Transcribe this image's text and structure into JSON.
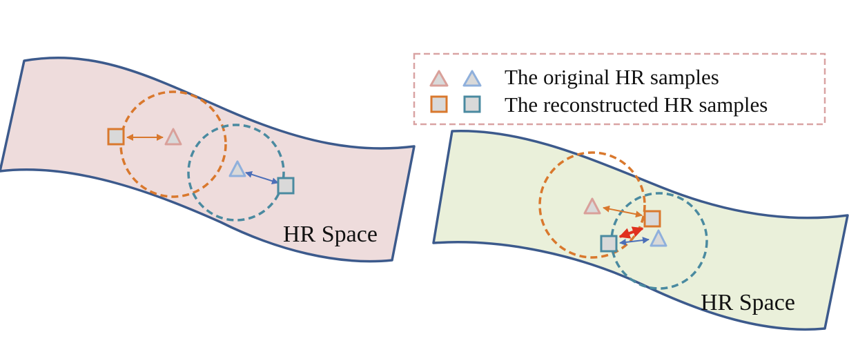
{
  "legend": {
    "original_label": "The original HR samples",
    "reconstructed_label": "The reconstructed HR samples",
    "original_icon_names": [
      "triangle-icon",
      "triangle-icon"
    ],
    "reconstructed_icon_names": [
      "square-icon",
      "square-icon"
    ],
    "border_color": "#d9a3a3"
  },
  "left_panel": {
    "space_label": "HR Space",
    "fill_color": "#eedcdc",
    "edge_color": "#3c5a8c"
  },
  "right_panel": {
    "space_label": "HR Space",
    "fill_color": "#eaf0da",
    "edge_color": "#3c5a8c"
  },
  "colors": {
    "orange": "#d9782d",
    "teal": "#4a8aa0",
    "pink_triangle": "#d9a09a",
    "blue_triangle": "#8fb0dc",
    "square_fill": "#d9d9d9",
    "blue_arrow": "#4c6fb8",
    "red_arrow": "#e0301e"
  }
}
